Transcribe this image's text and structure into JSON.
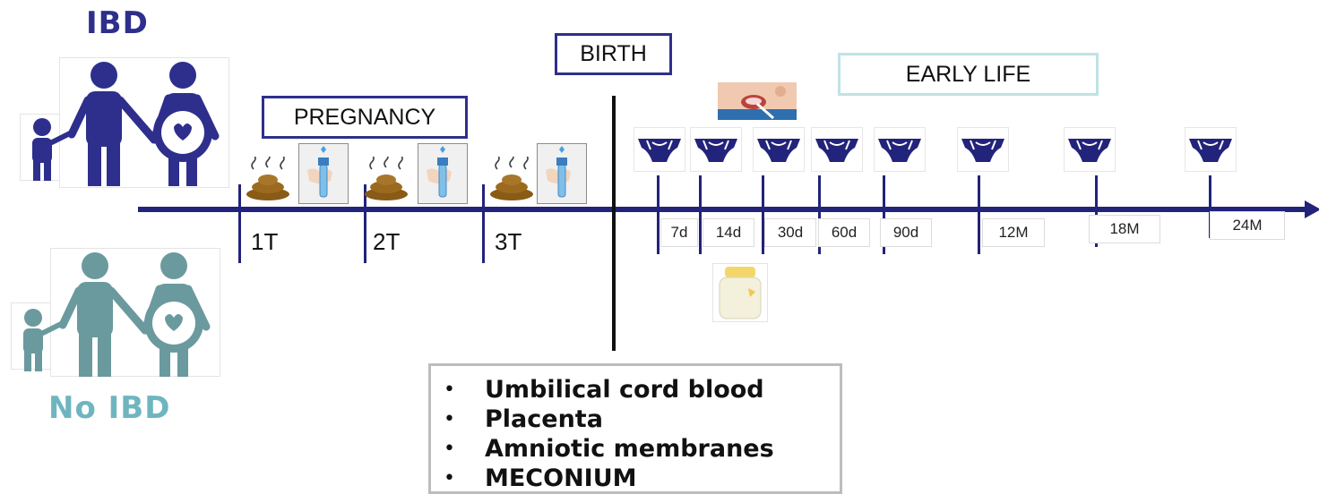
{
  "groups": {
    "ibd": {
      "label": "IBD",
      "color": "#2e2f8c"
    },
    "no_ibd": {
      "label": "No IBD",
      "color": "#6fb5bf"
    }
  },
  "phases": {
    "pregnancy": "PREGNANCY",
    "birth": "BIRTH",
    "early_life": "EARLY LIFE"
  },
  "trimesters": [
    "1T",
    "2T",
    "3T"
  ],
  "timepoints": [
    "7d",
    "14d",
    "30d",
    "60d",
    "90d",
    "12M",
    "18M",
    "24M"
  ],
  "birth_samples": [
    "Umbilical cord blood",
    "Placenta",
    "Amniotic membranes",
    "MECONIUM"
  ],
  "colors": {
    "timeline": "#22237a",
    "diaper": "#22237a",
    "early_life_border": "#bfe3e5",
    "stool": "#8a5a17"
  },
  "icons": [
    "family-icon",
    "stool-icon",
    "sample-collection-tube-icon",
    "diaper-icon",
    "baby-oral-swab-photo",
    "breast-milk-bottle-icon"
  ]
}
